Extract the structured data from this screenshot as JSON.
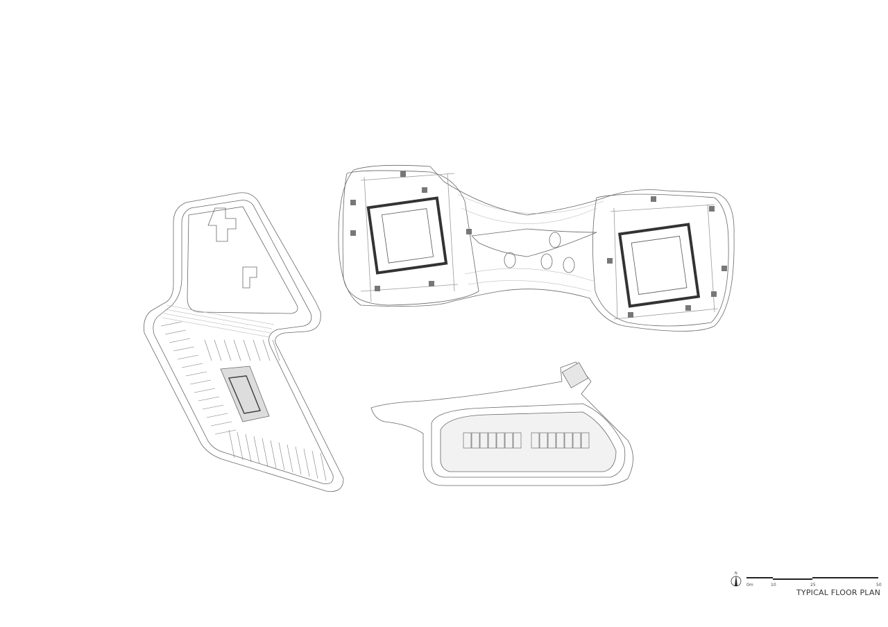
{
  "drawing": {
    "title": "TYPICAL FLOOR PLAN",
    "north_label": "N",
    "scale_bar": {
      "unit": "m",
      "ticks": [
        "0m",
        "10",
        "25",
        "50"
      ],
      "values": [
        0,
        10,
        25,
        50
      ]
    },
    "colors": {
      "line": "#555555",
      "fill_core": "#9a9a9a",
      "background": "#ffffff"
    }
  }
}
